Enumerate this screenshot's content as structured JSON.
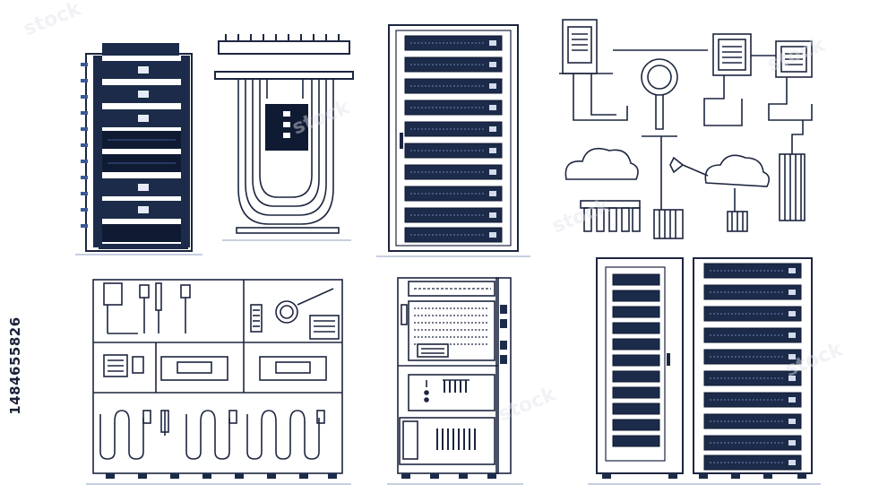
{
  "image_id_text": "1484655826",
  "watermark": "stock",
  "colors": {
    "navy": "#1c2b4a",
    "dark": "#0f1a33",
    "line": "#1d2640",
    "blue_accent": "#3a5a96",
    "background": "#ffffff"
  },
  "illustrations": [
    {
      "name": "server-rack-open"
    },
    {
      "name": "patch-panel-cabling"
    },
    {
      "name": "server-cabinet-closed"
    },
    {
      "name": "network-topology"
    },
    {
      "name": "power-distribution-cabinet"
    },
    {
      "name": "control-cabinet"
    },
    {
      "name": "server-cabinet-pair"
    }
  ]
}
